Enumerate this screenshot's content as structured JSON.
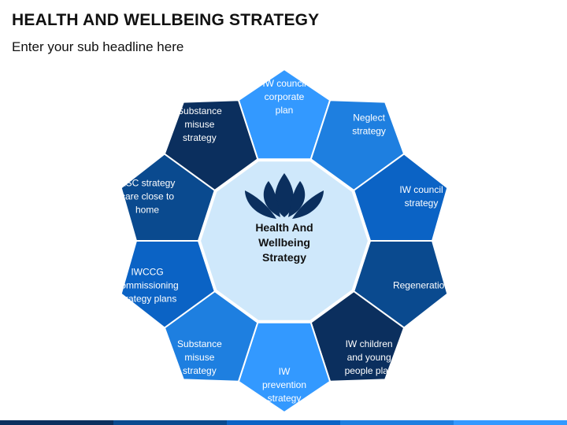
{
  "title": "HEALTH AND WELLBEING STRATEGY",
  "subtitle": "Enter your sub headline here",
  "center": {
    "label": [
      "Health And",
      "Wellbeing",
      "Strategy"
    ],
    "icon": "lotus-icon",
    "color": "#cfe8fb",
    "icon_color": "#0b2f5e"
  },
  "segments": [
    {
      "lines": [
        "IW council",
        "corporate",
        "plan"
      ],
      "color": "#3399ff"
    },
    {
      "lines": [
        "Neglect",
        "strategy"
      ],
      "color": "#1e7fe0"
    },
    {
      "lines": [
        "IW council",
        "strategy"
      ],
      "color": "#0b63c5"
    },
    {
      "lines": [
        "Regeneration"
      ],
      "color": "#0a4a8f"
    },
    {
      "lines": [
        "IW children",
        "and young",
        "people plan"
      ],
      "color": "#0b2f5e"
    },
    {
      "lines": [
        "IW",
        "prevention",
        "strategy"
      ],
      "color": "#3399ff"
    },
    {
      "lines": [
        "Substance",
        "misuse",
        "strategy"
      ],
      "color": "#1e7fe0"
    },
    {
      "lines": [
        "IWCCG",
        "commissioning",
        "strategy plans"
      ],
      "color": "#0b63c5"
    },
    {
      "lines": [
        "ASC strategy",
        "care close to",
        "home"
      ],
      "color": "#0a4a8f"
    },
    {
      "lines": [
        "Substance",
        "misuse",
        "strategy"
      ],
      "color": "#0b2f5e"
    }
  ],
  "footer_colors": [
    "#0b2f5e",
    "#0a4a8f",
    "#0b63c5",
    "#1e7fe0",
    "#3399ff"
  ]
}
